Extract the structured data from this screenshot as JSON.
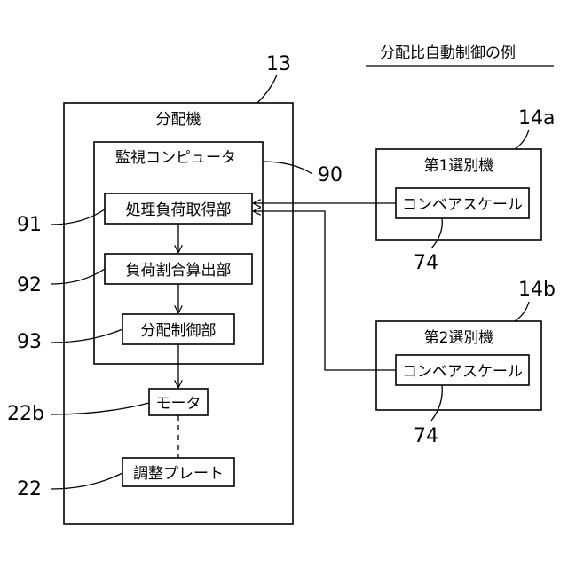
{
  "diagram": {
    "title": "分配比自動制御の例",
    "distributor": {
      "ref": "13",
      "label": "分配機"
    },
    "monitor": {
      "ref": "90",
      "label": "監視コンピュータ"
    },
    "units": [
      {
        "ref": "91",
        "label": "処理負荷取得部"
      },
      {
        "ref": "92",
        "label": "負荷割合算出部"
      },
      {
        "ref": "93",
        "label": "分配制御部"
      }
    ],
    "motor": {
      "ref": "22b",
      "label": "モータ"
    },
    "plate": {
      "ref": "22",
      "label": "調整プレート"
    },
    "sorters": [
      {
        "ref": "14a",
        "label": "第1選別機",
        "scale_label": "コンベアスケール",
        "scale_ref": "74"
      },
      {
        "ref": "14b",
        "label": "第2選別機",
        "scale_label": "コンベアスケール",
        "scale_ref": "74"
      }
    ]
  }
}
